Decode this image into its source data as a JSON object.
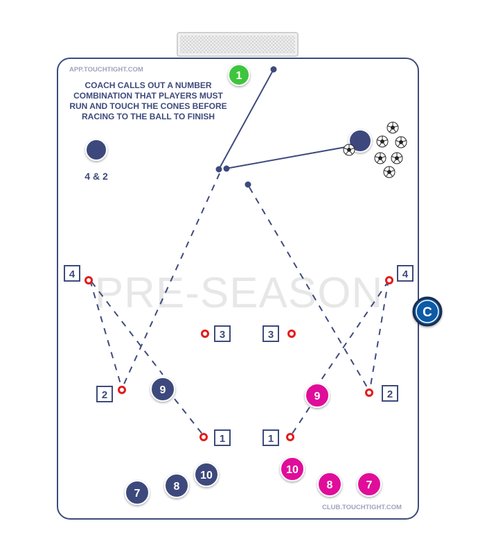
{
  "branding": {
    "top_url": "APP.TOUCHTIGHT.COM",
    "bottom_url": "CLUB.TOUCHTIGHT.COM",
    "watermark": "PRE-SEASON"
  },
  "instructions": {
    "line1": "COACH CALLS OUT A NUMBER",
    "line2": "COMBINATION THAT PLAYERS MUST",
    "line3": "RUN AND TOUCH THE CONES BEFORE",
    "line4": "RACING TO THE BALL TO FINISH"
  },
  "example_combo": "4 & 2",
  "step_badge": "1",
  "coach_label": "C",
  "cone_labels": {
    "left_4": "4",
    "left_2": "2",
    "left_3": "3",
    "left_1": "1",
    "right_4": "4",
    "right_2": "2",
    "right_3": "3",
    "right_1": "1"
  },
  "players": {
    "blue": [
      "9",
      "10",
      "8",
      "7"
    ],
    "pink": [
      "9",
      "10",
      "8",
      "7"
    ]
  },
  "colors": {
    "navy": "#3d4a7c",
    "pink": "#e0109a",
    "green": "#3cc53c",
    "cone_red": "#e41b1b",
    "coach_blue": "#0b5aa6",
    "border": "#3d4a7c"
  }
}
